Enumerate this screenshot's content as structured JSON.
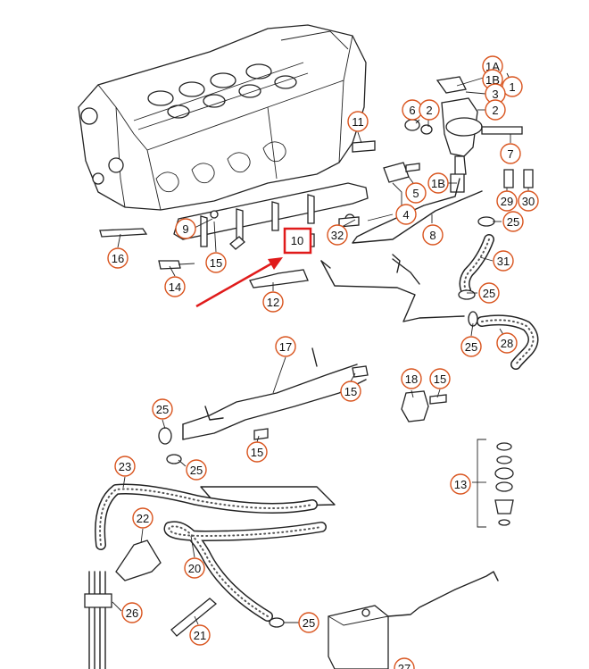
{
  "colors": {
    "callout_circle": "#d9541e",
    "highlight": "#e01b1b",
    "line": "#222222",
    "background": "#ffffff"
  },
  "callouts": [
    {
      "id": "c-1A",
      "label": "1A"
    },
    {
      "id": "c-1B-top",
      "label": "1B"
    },
    {
      "id": "c-1",
      "label": "1"
    },
    {
      "id": "c-3",
      "label": "3"
    },
    {
      "id": "c-2-top",
      "label": "2"
    },
    {
      "id": "c-6",
      "label": "6"
    },
    {
      "id": "c-2-left",
      "label": "2"
    },
    {
      "id": "c-11",
      "label": "11"
    },
    {
      "id": "c-7",
      "label": "7"
    },
    {
      "id": "c-1B-mid",
      "label": "1B"
    },
    {
      "id": "c-5",
      "label": "5"
    },
    {
      "id": "c-29",
      "label": "29"
    },
    {
      "id": "c-30",
      "label": "30"
    },
    {
      "id": "c-4",
      "label": "4"
    },
    {
      "id": "c-25-a",
      "label": "25"
    },
    {
      "id": "c-9",
      "label": "9"
    },
    {
      "id": "c-32",
      "label": "32"
    },
    {
      "id": "c-8",
      "label": "8"
    },
    {
      "id": "c-16",
      "label": "16"
    },
    {
      "id": "c-15-a",
      "label": "15"
    },
    {
      "id": "c-31",
      "label": "31"
    },
    {
      "id": "c-14",
      "label": "14"
    },
    {
      "id": "c-25-b",
      "label": "25"
    },
    {
      "id": "c-12",
      "label": "12"
    },
    {
      "id": "c-25-c",
      "label": "25"
    },
    {
      "id": "c-28",
      "label": "28"
    },
    {
      "id": "c-17",
      "label": "17"
    },
    {
      "id": "c-15-b",
      "label": "15"
    },
    {
      "id": "c-18",
      "label": "18"
    },
    {
      "id": "c-15-c",
      "label": "15"
    },
    {
      "id": "c-25-d",
      "label": "25"
    },
    {
      "id": "c-15-d",
      "label": "15"
    },
    {
      "id": "c-25-e",
      "label": "25"
    },
    {
      "id": "c-23",
      "label": "23"
    },
    {
      "id": "c-13",
      "label": "13"
    },
    {
      "id": "c-22",
      "label": "22"
    },
    {
      "id": "c-20",
      "label": "20"
    },
    {
      "id": "c-26",
      "label": "26"
    },
    {
      "id": "c-25-f",
      "label": "25"
    },
    {
      "id": "c-21",
      "label": "21"
    },
    {
      "id": "c-27",
      "label": "27"
    }
  ],
  "highlighted_callout": {
    "label": "10"
  }
}
